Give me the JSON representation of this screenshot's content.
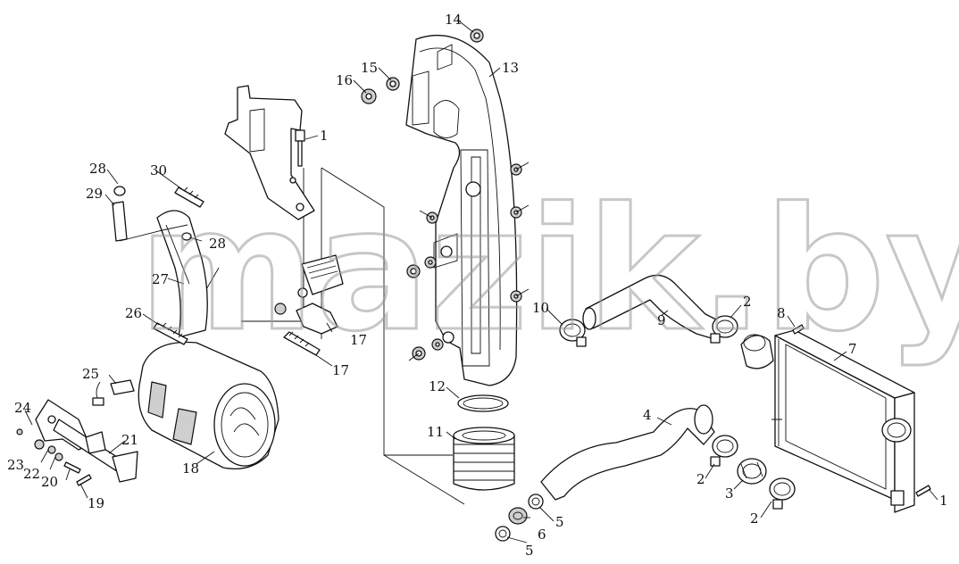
{
  "watermark": "mazik.by",
  "callouts": [
    {
      "id": "c1a",
      "label": "1"
    },
    {
      "id": "c1b",
      "label": "1"
    },
    {
      "id": "c2a",
      "label": "2"
    },
    {
      "id": "c2b",
      "label": "2"
    },
    {
      "id": "c2c",
      "label": "2"
    },
    {
      "id": "c3",
      "label": "3"
    },
    {
      "id": "c4",
      "label": "4"
    },
    {
      "id": "c5a",
      "label": "5"
    },
    {
      "id": "c5b",
      "label": "5"
    },
    {
      "id": "c6",
      "label": "6"
    },
    {
      "id": "c7",
      "label": "7"
    },
    {
      "id": "c8",
      "label": "8"
    },
    {
      "id": "c9",
      "label": "9"
    },
    {
      "id": "c10",
      "label": "10"
    },
    {
      "id": "c11",
      "label": "11"
    },
    {
      "id": "c12",
      "label": "12"
    },
    {
      "id": "c13",
      "label": "13"
    },
    {
      "id": "c14a",
      "label": "14"
    },
    {
      "id": "c14b",
      "label": "14"
    },
    {
      "id": "c15",
      "label": "15"
    },
    {
      "id": "c16",
      "label": "16"
    },
    {
      "id": "c17",
      "label": "17"
    },
    {
      "id": "c18",
      "label": "18"
    },
    {
      "id": "c19",
      "label": "19"
    },
    {
      "id": "c20",
      "label": "20"
    },
    {
      "id": "c21",
      "label": "21"
    },
    {
      "id": "c22",
      "label": "22"
    },
    {
      "id": "c23",
      "label": "23"
    },
    {
      "id": "c24",
      "label": "24"
    },
    {
      "id": "c25",
      "label": "25"
    },
    {
      "id": "c26",
      "label": "26"
    },
    {
      "id": "c27",
      "label": "27"
    },
    {
      "id": "c28a",
      "label": "28"
    },
    {
      "id": "c28b",
      "label": "28"
    },
    {
      "id": "c29",
      "label": "29"
    },
    {
      "id": "c30",
      "label": "30"
    }
  ]
}
